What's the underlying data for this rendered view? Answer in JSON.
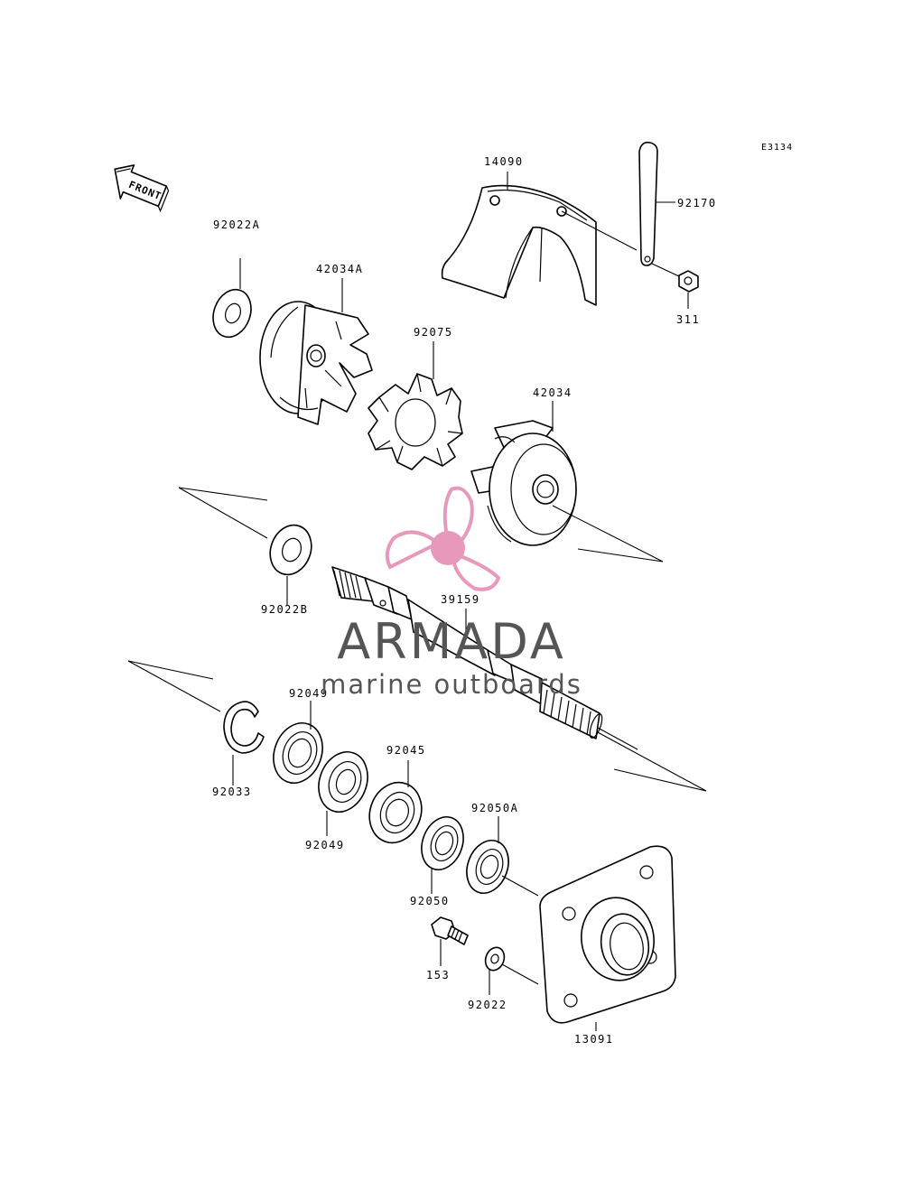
{
  "diagram": {
    "code": "E3134",
    "front_label": "FRONT",
    "parts": [
      {
        "id": "p14090",
        "number": "14090"
      },
      {
        "id": "p92170",
        "number": "92170"
      },
      {
        "id": "p311",
        "number": "311"
      },
      {
        "id": "p92022A",
        "number": "92022A"
      },
      {
        "id": "p42034A",
        "number": "42034A"
      },
      {
        "id": "p92075",
        "number": "92075"
      },
      {
        "id": "p42034",
        "number": "42034"
      },
      {
        "id": "p92022B",
        "number": "92022B"
      },
      {
        "id": "p39159",
        "number": "39159"
      },
      {
        "id": "p92049a",
        "number": "92049"
      },
      {
        "id": "p92033",
        "number": "92033"
      },
      {
        "id": "p92049b",
        "number": "92049"
      },
      {
        "id": "p92045",
        "number": "92045"
      },
      {
        "id": "p92050A",
        "number": "92050A"
      },
      {
        "id": "p92050",
        "number": "92050"
      },
      {
        "id": "p153",
        "number": "153"
      },
      {
        "id": "p92022",
        "number": "92022"
      },
      {
        "id": "p13091",
        "number": "13091"
      }
    ]
  },
  "watermark": {
    "brand": "ARMADA",
    "tagline": "marine outboards",
    "accent_color": "#e58fb5"
  }
}
